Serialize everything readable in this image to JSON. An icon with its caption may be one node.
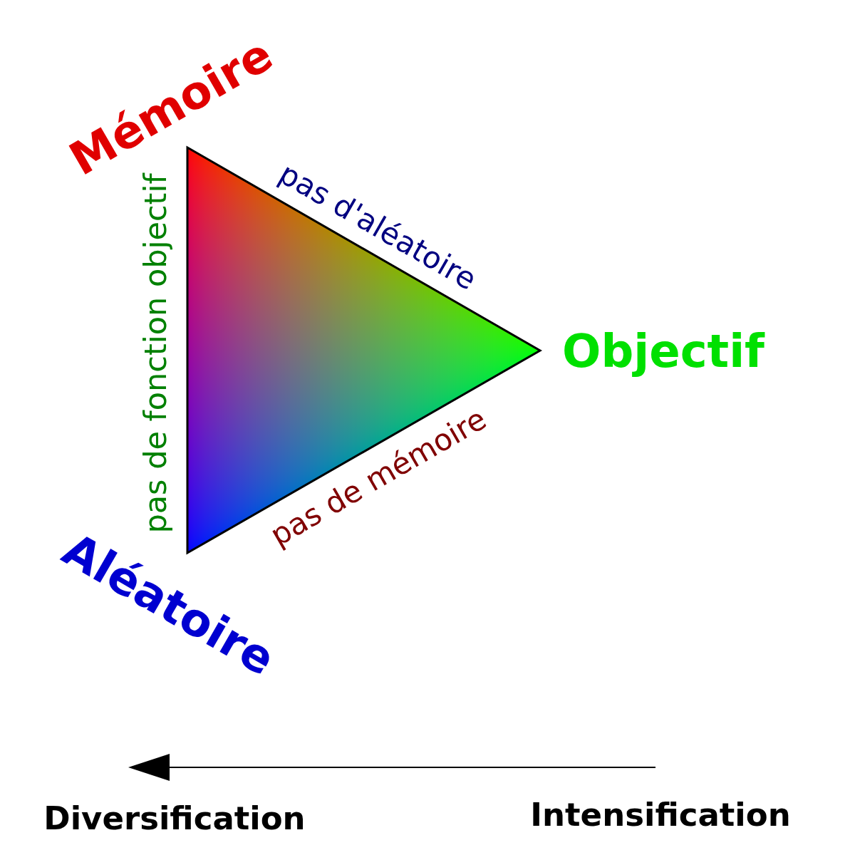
{
  "diagram": {
    "labels": [
      "Mémoire",
      "pas d'aléatoire",
      "pas de fonction objectif",
      "Objectif",
      "pas de mémoire",
      "Aléatoire",
      "Diversification",
      "Intensification"
    ]
  }
}
